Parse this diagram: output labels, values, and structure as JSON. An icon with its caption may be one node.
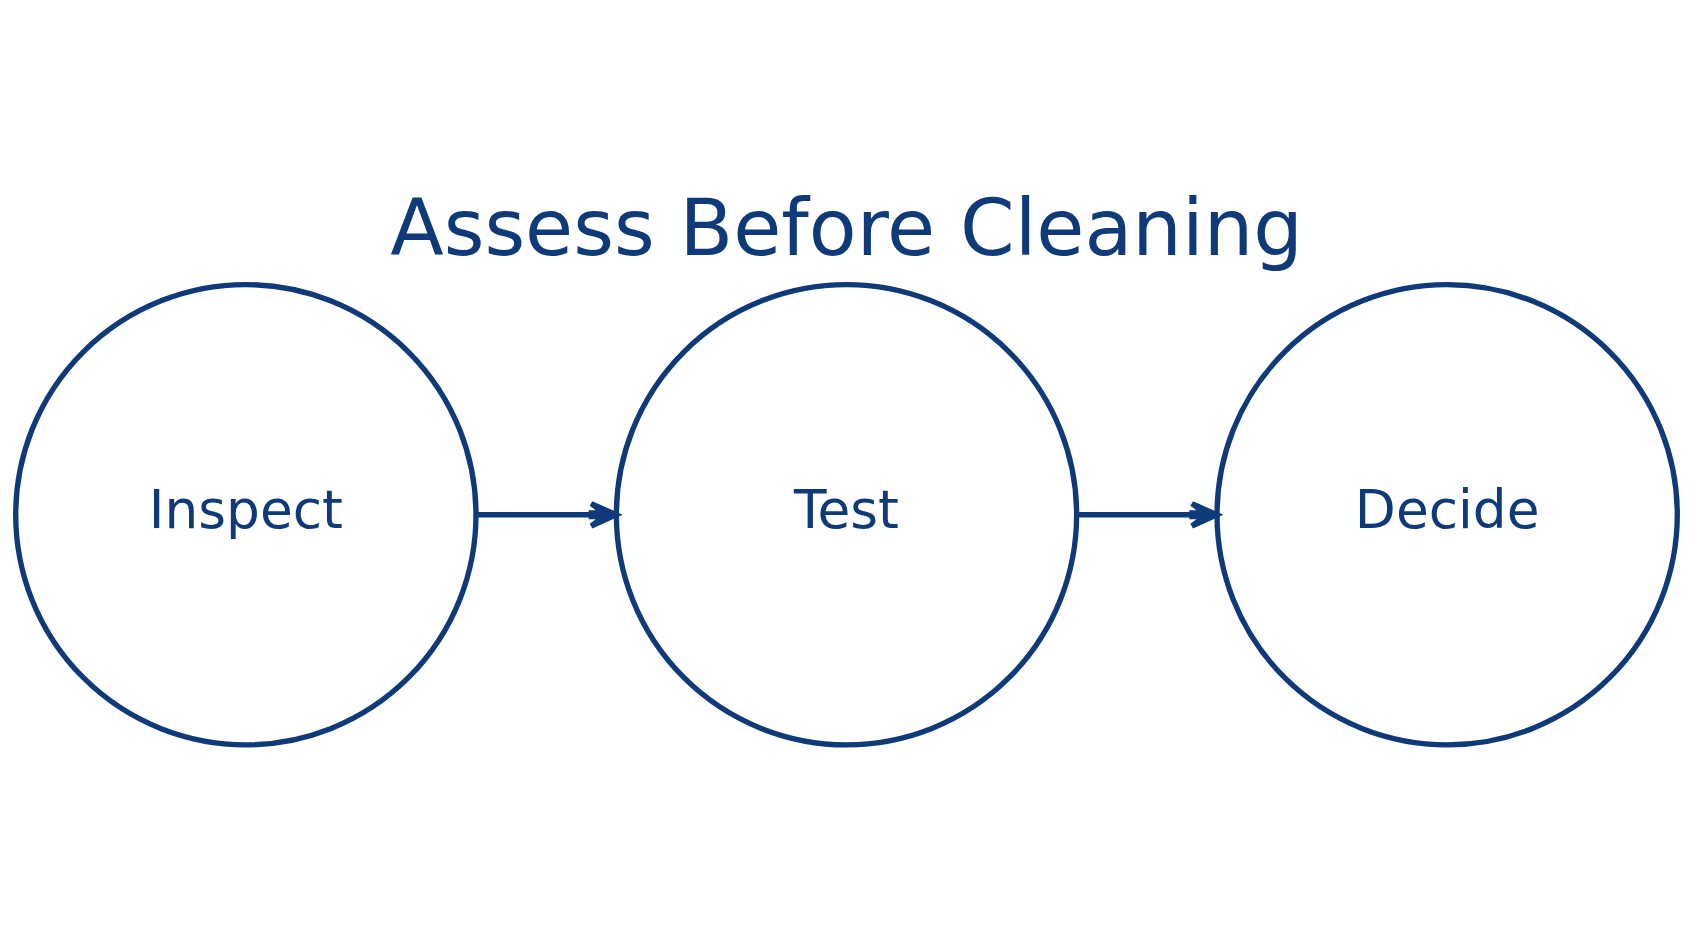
{
  "diagram": {
    "title": "Assess Before Cleaning",
    "nodes": [
      {
        "text": [
          "Inspect"
        ]
      },
      {
        "text": [
          "Test"
        ]
      },
      {
        "text": [
          "Decide"
        ]
      }
    ],
    "edges": [
      {
        "from": 0,
        "to": 1,
        "arrow": "to"
      },
      {
        "from": 1,
        "to": 2,
        "arrow": "to"
      }
    ]
  }
}
